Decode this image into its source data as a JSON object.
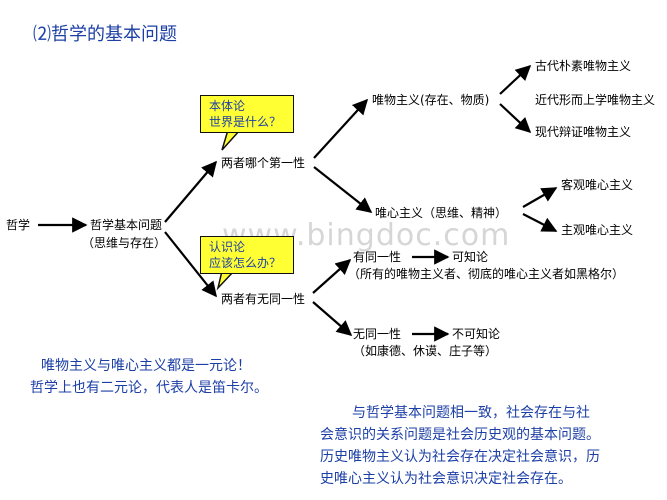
{
  "title": "⑵哲学的基本问题",
  "nodes": {
    "philosophy": "哲学",
    "basic_question": "哲学基本问题",
    "basic_question_sub": "（思维与存在）",
    "which_first": "两者哪个第一性",
    "identity": "两者有无同一性",
    "materialism": "唯物主义(存在、物质)",
    "idealism": "唯心主义（思维、精神）",
    "ancient_materialism": "古代朴素唯物主义",
    "modern_materialism": "近代形而上学唯物主义",
    "dialectical_materialism": "现代辩证唯物主义",
    "objective_idealism": "客观唯心主义",
    "subjective_idealism": "主观唯心主义",
    "has_identity": "有同一性",
    "knowable": "可知论",
    "has_identity_note": "（所有的唯物主义者、彻底的唯心主义者如黑格尔）",
    "no_identity": "无同一性",
    "unknowable": "不可知论",
    "no_identity_note": "（如康德、休谟、庄子等）"
  },
  "callouts": {
    "ontology_line1": "本体论",
    "ontology_line2": "世界是什么？",
    "epistemology_line1": "认识论",
    "epistemology_line2": "应该怎么办？"
  },
  "notes": {
    "monism_line1": "唯物主义与唯心主义都是一元论！",
    "monism_line2": "哲学上也有二元论，代表人是笛卡尔。",
    "social_line1": "与哲学基本问题相一致，社会存在与社",
    "social_line2": "会意识的关系问题是社会历史观的基本问题。",
    "social_line3": "历史唯物主义认为社会存在决定社会意识，历",
    "social_line4": "史唯心主义认为社会意识决定社会存在。"
  },
  "watermark": "www.bingdoc.com",
  "colors": {
    "accent": "#1c3fa6",
    "callout_fill": "#ffff33"
  }
}
